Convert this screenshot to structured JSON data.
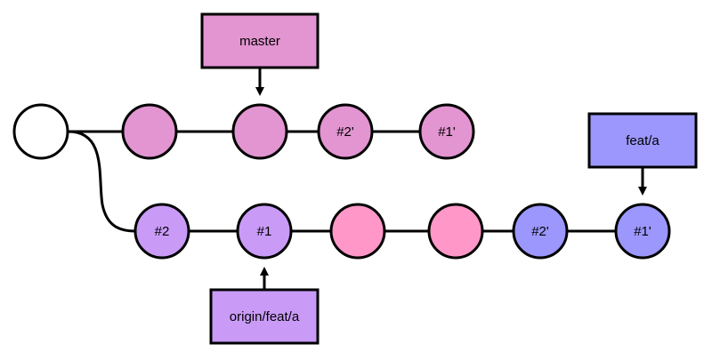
{
  "colors": {
    "initial_commit": "#ffffff",
    "master_commit": "#e295d1",
    "feature_commit": "#c99bf7",
    "pink_commit": "#ff98c9",
    "rebased_commit": "#9b97fc",
    "master_ref": "#e295d1",
    "origin_ref": "#c99bf7",
    "feat_ref": "#9b97fc"
  },
  "refs": {
    "master": "master",
    "feat": "feat/a",
    "origin": "origin/feat/a"
  },
  "master_branch": {
    "commits": [
      {
        "label": "",
        "color_key": "master_commit"
      },
      {
        "label": "",
        "color_key": "master_commit"
      },
      {
        "label": "#2'",
        "color_key": "master_commit"
      },
      {
        "label": "#1'",
        "color_key": "master_commit"
      }
    ]
  },
  "feature_branch": {
    "commits": [
      {
        "label": "#2",
        "color_key": "feature_commit"
      },
      {
        "label": "#1",
        "color_key": "feature_commit"
      },
      {
        "label": "",
        "color_key": "pink_commit"
      },
      {
        "label": "",
        "color_key": "pink_commit"
      },
      {
        "label": "#2'",
        "color_key": "rebased_commit"
      },
      {
        "label": "#1'",
        "color_key": "rebased_commit"
      }
    ]
  }
}
